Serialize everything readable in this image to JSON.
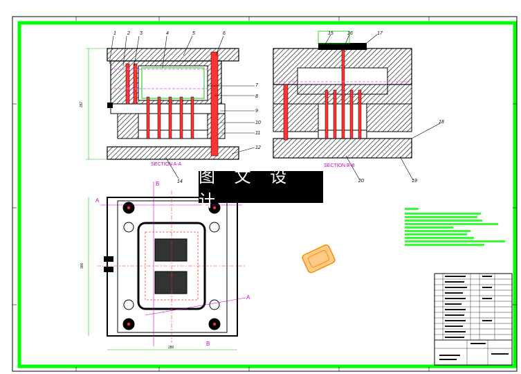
{
  "watermark": {
    "text": "图 文 设 计"
  },
  "sections": {
    "left": "SECTION A-A",
    "right": "SECTION B-B"
  },
  "callouts": [
    "1",
    "2",
    "3",
    "4",
    "5",
    "6",
    "7",
    "8",
    "9",
    "10",
    "11",
    "12",
    "14",
    "15",
    "16",
    "17",
    "18",
    "19",
    "20"
  ],
  "dimensions": {
    "height_left": "267",
    "height_bottom": "300",
    "width_bottom": "280"
  },
  "section_marks": {
    "a": "A",
    "b": "B"
  },
  "colors": {
    "frame": "#00ff00",
    "steel": "#000000",
    "pins": "#ff3333",
    "section_text": "#cc00cc",
    "part": "#ff8800"
  }
}
